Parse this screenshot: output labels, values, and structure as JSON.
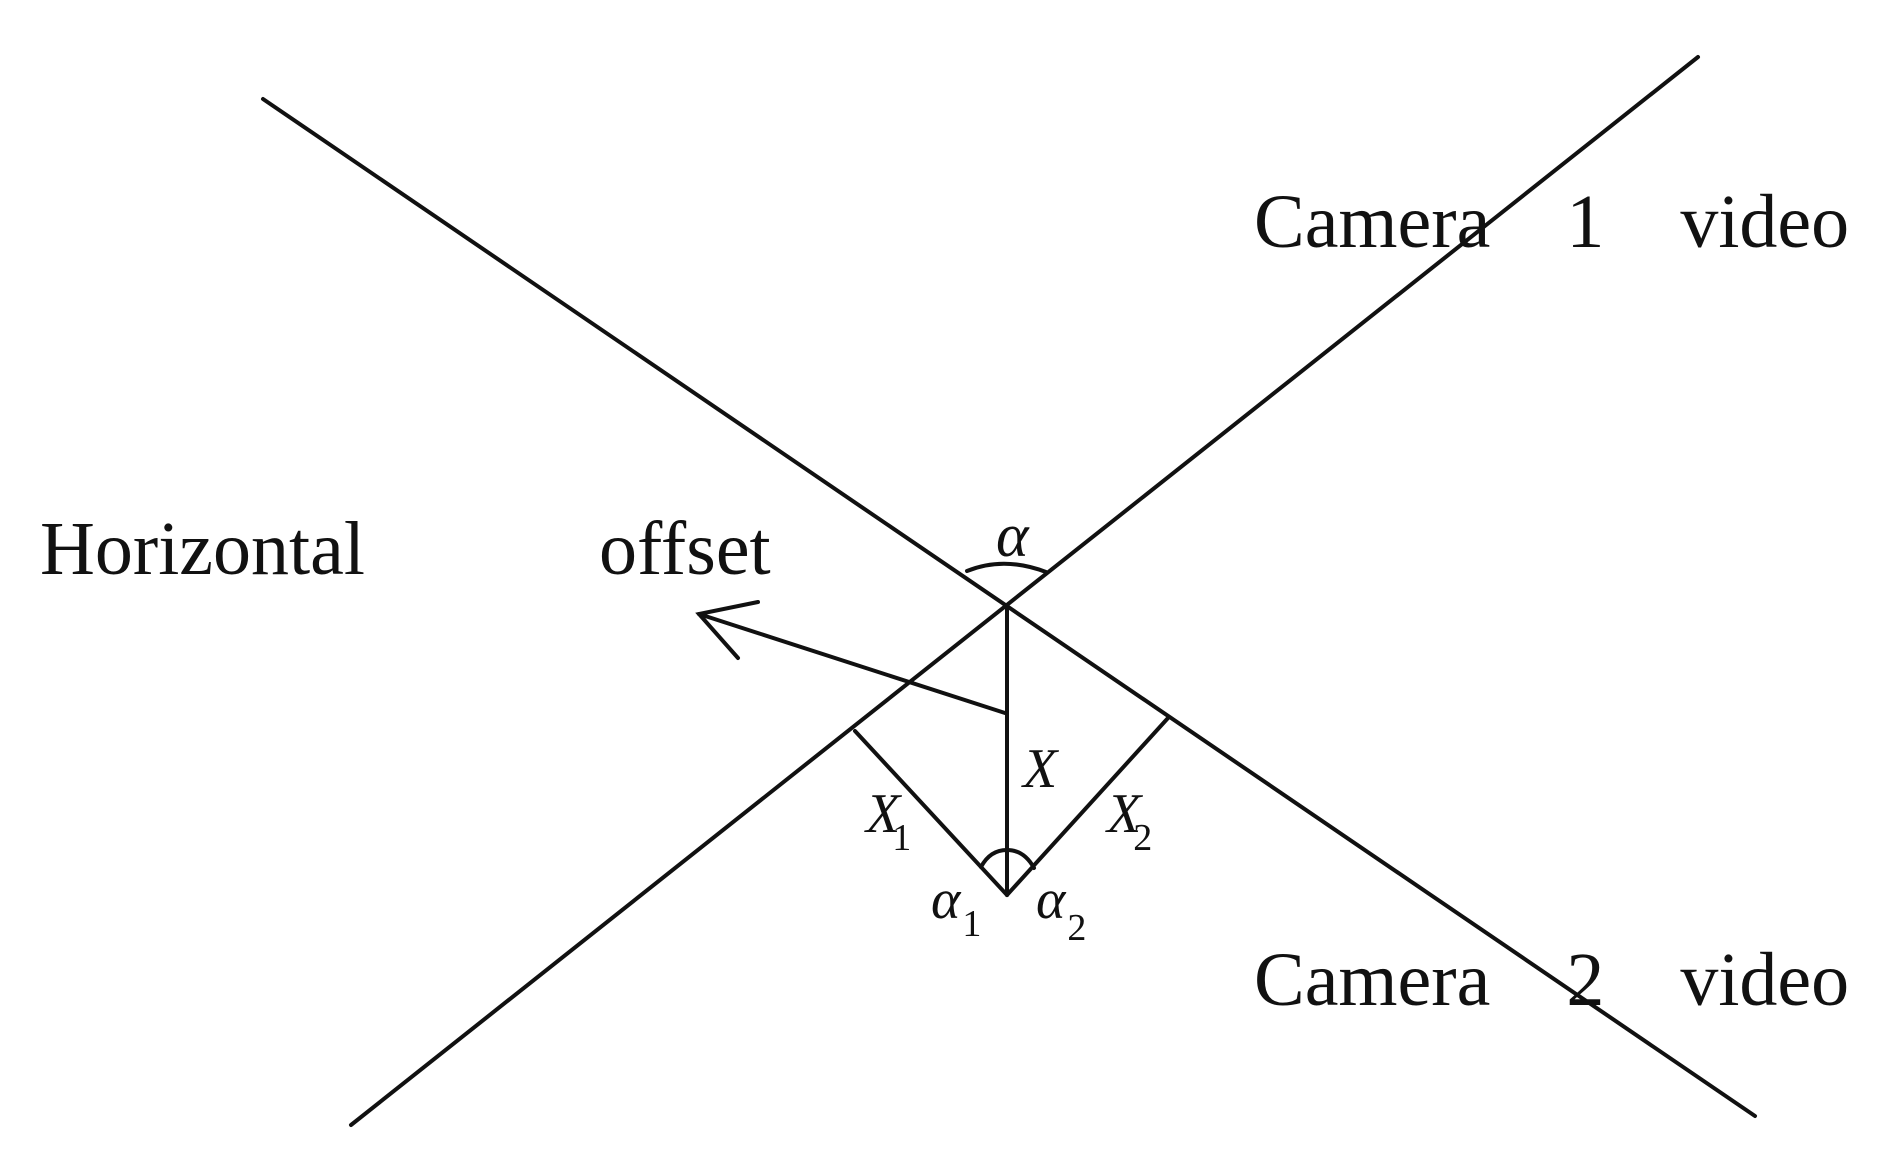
{
  "labels": {
    "camera1": "Camera    1    video",
    "camera2": "Camera    2    video",
    "horizontal": "Horizontal",
    "offset": "offset",
    "alpha": "α",
    "alpha1_base": "α",
    "alpha1_sub": "1",
    "alpha2_base": "α",
    "alpha2_sub": "2",
    "x_main": "X",
    "x1_base": "X",
    "x1_sub": "1",
    "x2_base": "X",
    "x2_sub": "2"
  },
  "colors": {
    "stroke": "#111111",
    "background": "#ffffff"
  }
}
